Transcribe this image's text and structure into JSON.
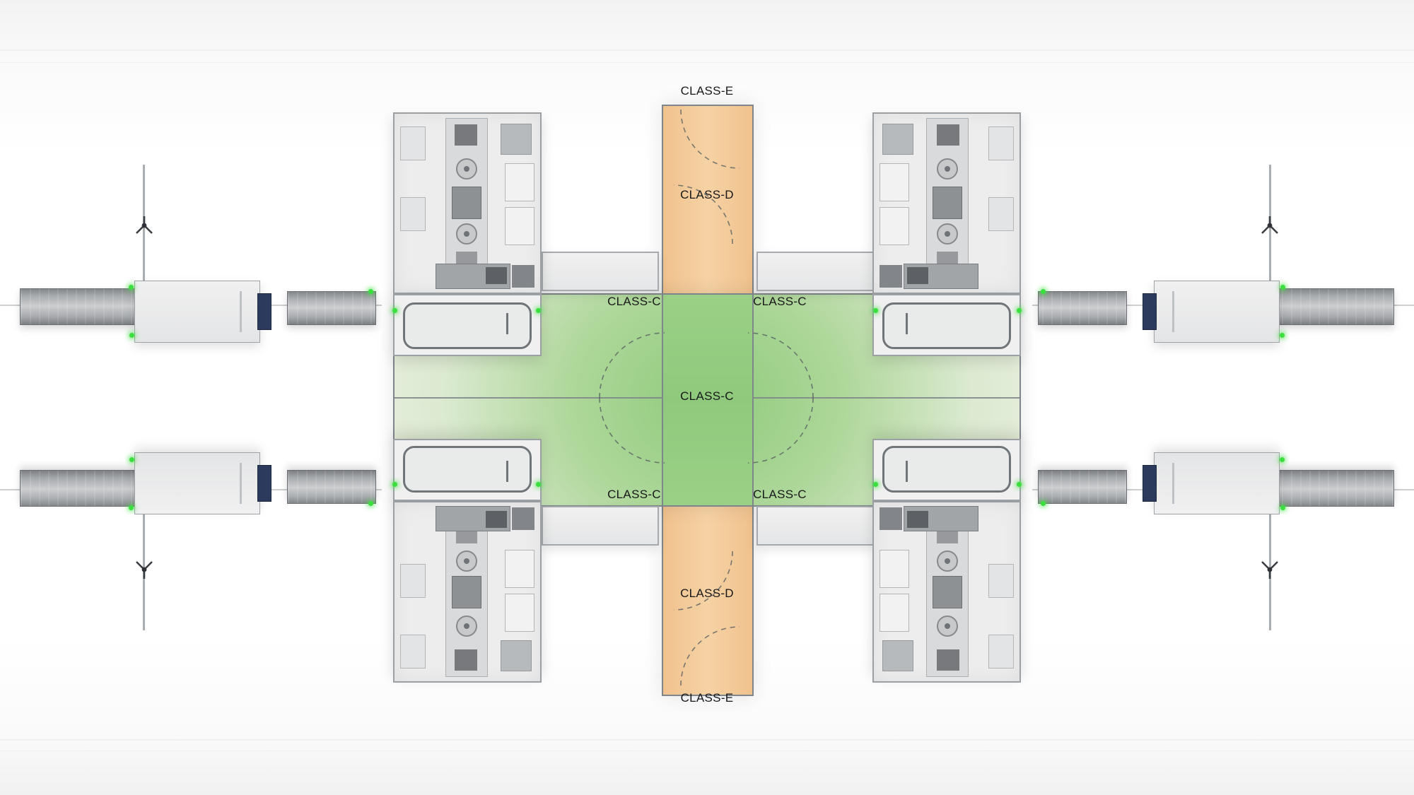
{
  "diagram": {
    "zones": {
      "class_e_top": "CLASS-E",
      "class_d_top": "CLASS-D",
      "class_c_top_left": "CLASS-C",
      "class_c_top_right": "CLASS-C",
      "class_c_center": "CLASS-C",
      "class_c_bottom_left": "CLASS-C",
      "class_c_bottom_right": "CLASS-C",
      "class_d_bottom": "CLASS-D",
      "class_e_bottom": "CLASS-E"
    },
    "icons": {
      "sensor_tripod": "tripod-marker",
      "door_swing": "dashed-quarter-arc"
    }
  },
  "colors": {
    "class_d_fill": "#f0c28e",
    "class_d_fill_light": "#f6d2a4",
    "class_c_fill": "#8fca7c",
    "class_c_fill_mid": "#aed79a",
    "class_c_fill_fade": "#dcead1",
    "zone_border": "#7e868b",
    "wall_gray": "#9ba0a5",
    "led_green": "#3bdf3e",
    "coupler_blue": "#2c3a5e"
  }
}
